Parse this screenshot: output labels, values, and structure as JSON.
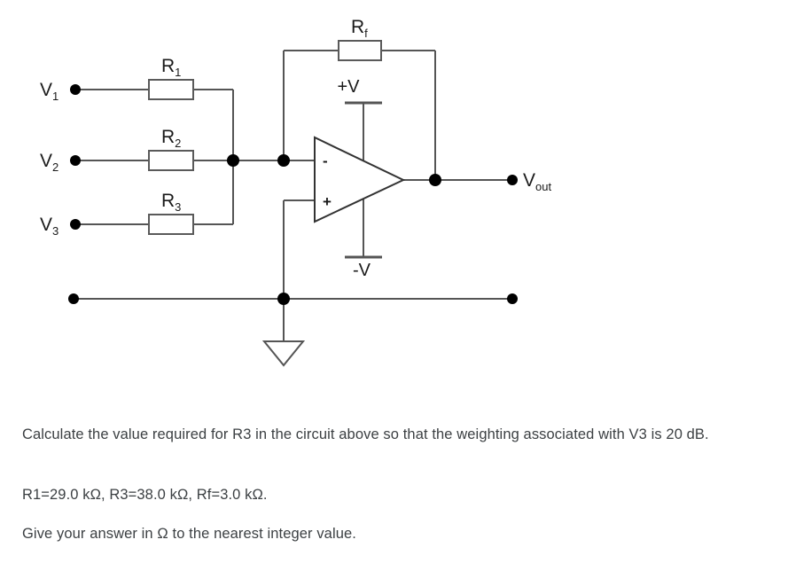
{
  "figure": {
    "title": "summing-amplifier-circuit",
    "inputs": [
      {
        "terminal": "V",
        "sub": "1",
        "resistor": "R",
        "resistor_sub": "1"
      },
      {
        "terminal": "V",
        "sub": "2",
        "resistor": "R",
        "resistor_sub": "2"
      },
      {
        "terminal": "V",
        "sub": "3",
        "resistor": "R",
        "resistor_sub": "3"
      }
    ],
    "feedback_resistor": {
      "label": "R",
      "sub": "f"
    },
    "supply_positive": "+V",
    "supply_negative": "-V",
    "opamp_inverting_input": "-",
    "opamp_noninverting_input": "+",
    "output": {
      "label": "V",
      "sub": "out"
    },
    "colors": {
      "wire": "#555555",
      "component_outline": "#5a5a5a",
      "node_dot": "#000000",
      "text": "#1a1a1a"
    }
  },
  "question": {
    "prompt": "Calculate the value required for R3 in the circuit above so that the weighting associated with V3 is 20 dB.",
    "given": "R1=29.0 kΩ,  R3=38.0 kΩ, Rf=3.0 kΩ.",
    "answer_instruction": "Give your answer in Ω to the nearest integer value."
  }
}
